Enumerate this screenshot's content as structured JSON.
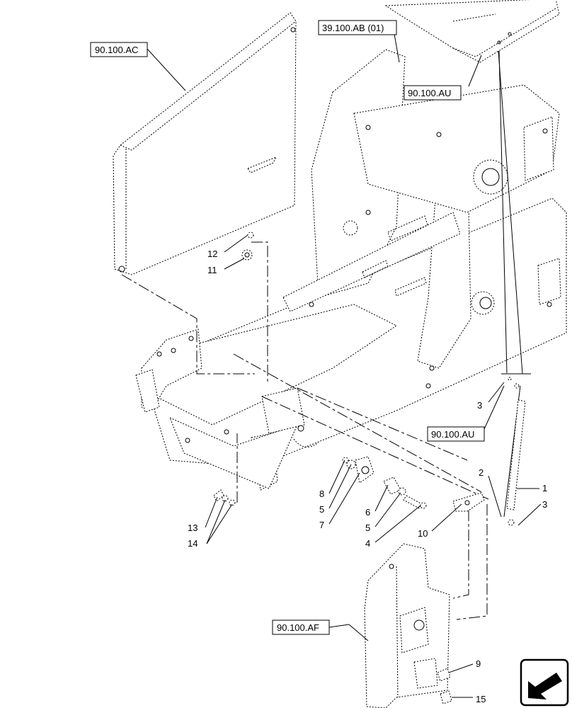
{
  "references": {
    "panel_top_left": "90.100.AC",
    "post_top": "39.100.AB (01)",
    "rail_top_right": "90.100.AU",
    "strut_mount": "90.100.AU",
    "lower_panel": "90.100.AF"
  },
  "callouts": {
    "c1": "1",
    "c2": "2",
    "c3a": "3",
    "c3b": "3",
    "c4": "4",
    "c5a": "5",
    "c5b": "5",
    "c6": "6",
    "c7": "7",
    "c8": "8",
    "c9": "9",
    "c10": "10",
    "c11": "11",
    "c12": "12",
    "c13": "13",
    "c14": "14",
    "c15": "15"
  },
  "nav": {
    "icon": "next-page-arrow-icon"
  }
}
